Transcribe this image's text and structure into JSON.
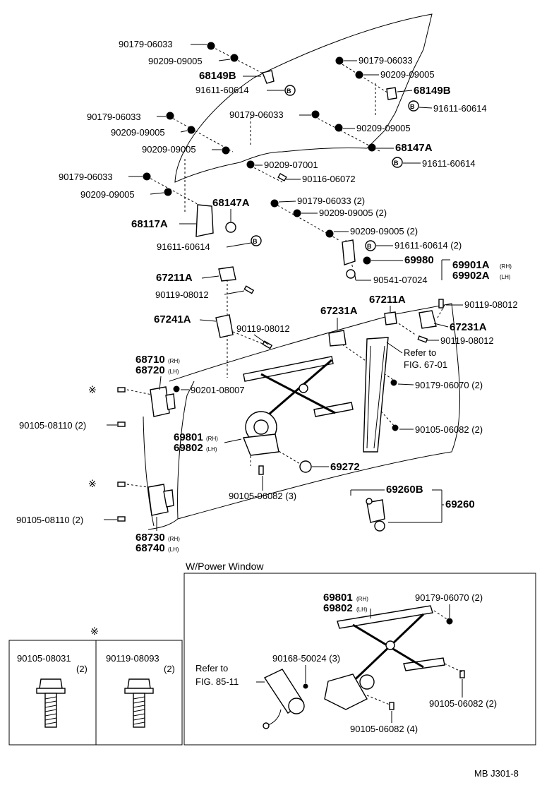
{
  "parts": {
    "p1": "90179-06033",
    "p2": "90209-09005",
    "p3": "68149B",
    "p4": "91611-60614",
    "p5": "90179-06033",
    "p6": "90209-09005",
    "p7": "68149B",
    "p8": "91611-60614",
    "p9": "90179-06033",
    "p10": "90209-09005",
    "p11": "90179-06033",
    "p12": "90209-09005",
    "p13": "90209-09005",
    "p14": "68147A",
    "p15": "90209-07001",
    "p16": "91611-60614",
    "p17": "90116-06072",
    "p18": "90179-06033",
    "p19": "90209-09005",
    "p20": "90179-06033 (2)",
    "p21": "68147A",
    "p22": "90209-09005 (2)",
    "p23": "68117A",
    "p24": "90209-09005 (2)",
    "p25": "91611-60614",
    "p26": "91611-60614 (2)",
    "p27": "69980",
    "p28": "69901A",
    "p28s": "(RH)",
    "p29": "69902A",
    "p29s": "(LH)",
    "p30": "90541-07024",
    "p31": "67211A",
    "p32": "90119-08012",
    "p33": "67211A",
    "p34": "90119-08012",
    "p35": "67231A",
    "p36": "67241A",
    "p37": "90119-08012",
    "p38": "67231A",
    "p39": "90119-08012",
    "p40": "68710",
    "p40s": "(RH)",
    "p41": "68720",
    "p41s": "(LH)",
    "p42": "Refer to",
    "p43": "FIG. 67-01",
    "p44": "90201-08007",
    "p45": "90179-06070 (2)",
    "p46": "90105-08110 (2)",
    "p47": "90105-06082 (2)",
    "p48": "69801",
    "p48s": "(RH)",
    "p49": "69802",
    "p49s": "(LH)",
    "p50": "69272",
    "p51": "69260B",
    "p52": "69260",
    "p53": "90105-06082 (3)",
    "p54": "90105-08110 (2)",
    "p55": "68730",
    "p55s": "(RH)",
    "p56": "68740",
    "p56s": "(LH)"
  },
  "marker": "※",
  "power_window": {
    "title": "W/Power Window",
    "p1": "69801",
    "p1s": "(RH)",
    "p2": "69802",
    "p2s": "(LH)",
    "p3": "90179-06070 (2)",
    "p4": "90168-50024 (3)",
    "p5": "Refer to",
    "p6": "FIG. 85-11",
    "p7": "90105-06082 (2)",
    "p8": "90105-06082 (4)"
  },
  "bolt_box": {
    "left_part": "90105-08031",
    "left_qty": "(2)",
    "right_part": "90119-08093",
    "right_qty": "(2)"
  },
  "figure_code": "MB J301-8"
}
